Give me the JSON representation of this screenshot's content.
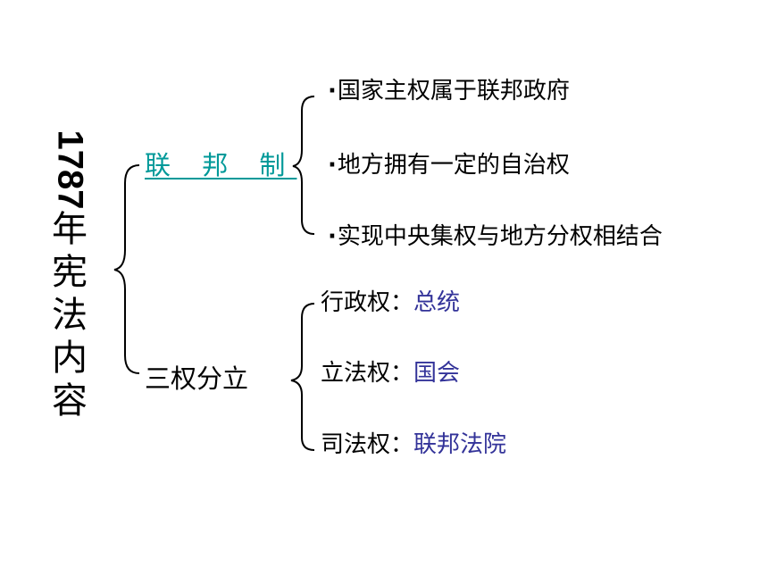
{
  "title": {
    "year": "1787",
    "rest": [
      "年",
      "宪",
      "法",
      "内",
      "容"
    ]
  },
  "branches": {
    "federal": {
      "label": "联 邦 制",
      "items": [
        "国家主权属于联邦政府",
        "地方拥有一定的自治权",
        "实现中央集权与地方分权相结合"
      ],
      "bullet": "·"
    },
    "separation": {
      "label": "三权分立",
      "items": [
        {
          "name": "行政权：",
          "value": "总统"
        },
        {
          "name": "立法权：",
          "value": "国会"
        },
        {
          "name": "司法权：",
          "value": "联邦法院"
        }
      ]
    }
  },
  "colors": {
    "federal_label": "#009999",
    "value_text": "#333399"
  }
}
